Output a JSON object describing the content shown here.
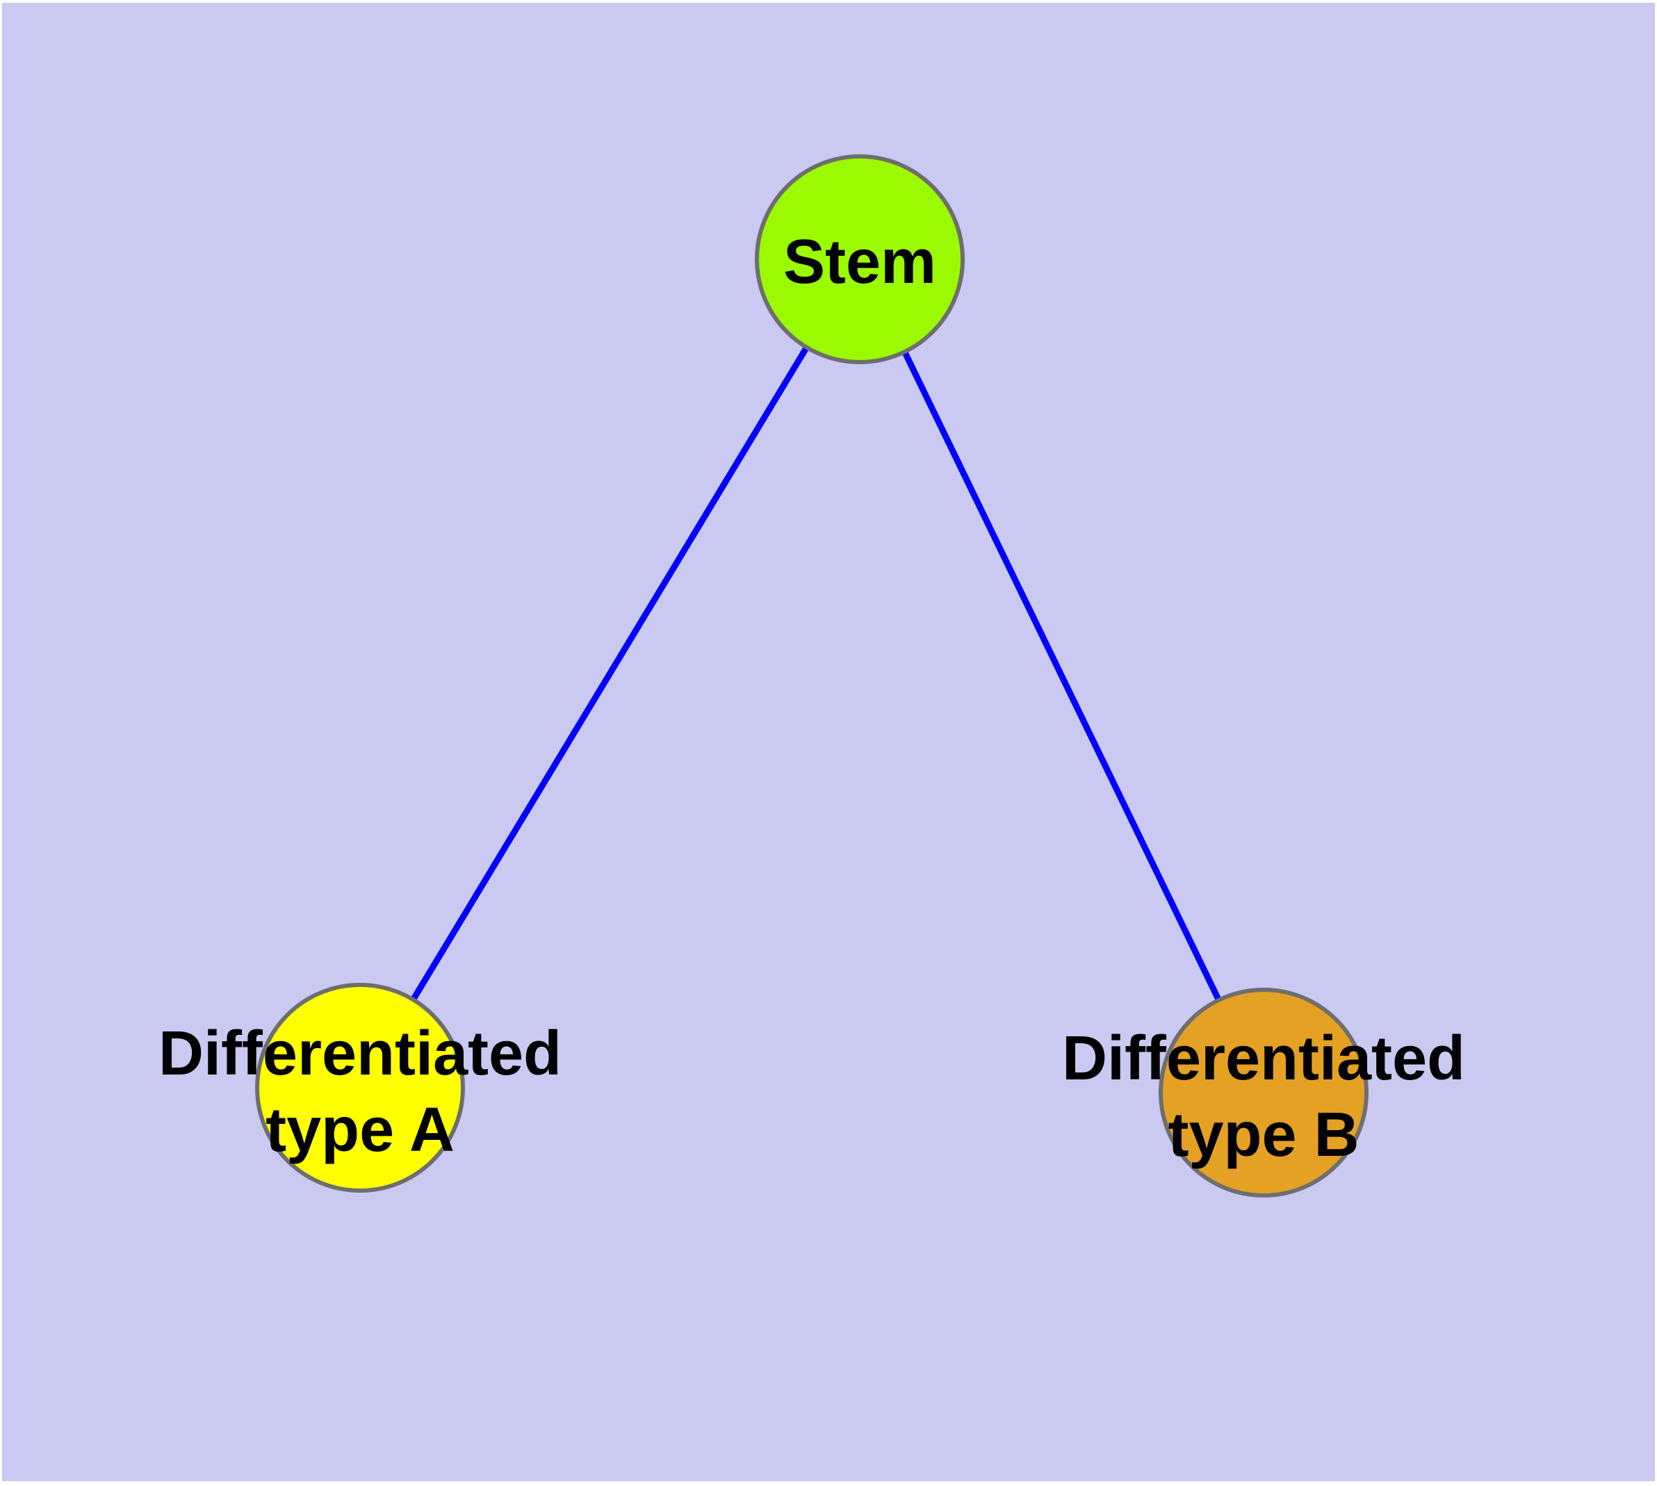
{
  "diagram": {
    "type": "graph",
    "page_background": "#FFFFFF",
    "background_color": "#C9C9F2",
    "edge_color": "#0000FF",
    "node_border_color": "#6E6E6E",
    "label_color": "#000000",
    "nodes": [
      {
        "id": "stem",
        "label": "Stem",
        "label_lines": [
          "Stem"
        ],
        "color": "#9BFA00"
      },
      {
        "id": "type-a",
        "label": "Differentiated type A",
        "label_lines": [
          "Differentiated",
          "type A"
        ],
        "color": "#FFFF00"
      },
      {
        "id": "type-b",
        "label": "Differentiated type B",
        "label_lines": [
          "Differentiated",
          "type B"
        ],
        "color": "#E5A123"
      }
    ],
    "edges": [
      {
        "from": "stem",
        "to": "type-a"
      },
      {
        "from": "stem",
        "to": "type-b"
      }
    ]
  }
}
